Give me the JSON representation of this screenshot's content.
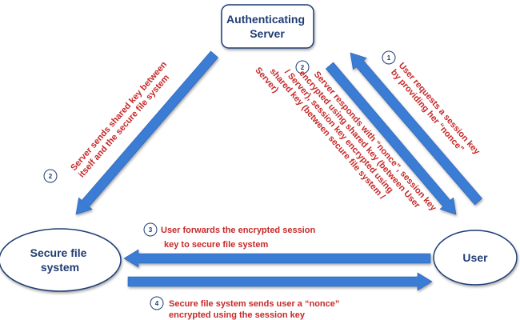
{
  "nodes": {
    "auth_server": [
      "Authenticating",
      "Server"
    ],
    "secure_fs": [
      "Secure file",
      "system"
    ],
    "user": "User"
  },
  "steps": {
    "step1": {
      "num": "1",
      "lines": [
        "User requests a session key",
        "by providing her “nonce”"
      ]
    },
    "step2a": {
      "num": "2",
      "lines": [
        "Server sends shared key between",
        "itself and the secure file system"
      ]
    },
    "step2b": {
      "num": "2",
      "lines": [
        "Server responds with “nonce”, session key",
        "encrypted using shared key (between User",
        "/ Server), session key encrypted using",
        "shared key (between secure file system /",
        "Server)"
      ]
    },
    "step3": {
      "num": "3",
      "lines": [
        "User forwards the encrypted session",
        "key to secure file system"
      ]
    },
    "step4": {
      "num": "4",
      "lines": [
        "Secure file system sends user a “nonce”",
        "encrypted using the session key"
      ]
    }
  },
  "colors": {
    "arrow": "#3a7bd5",
    "node_border": "#1f3c73",
    "text_red": "#c62828",
    "badge_border": "#1f3c73"
  }
}
